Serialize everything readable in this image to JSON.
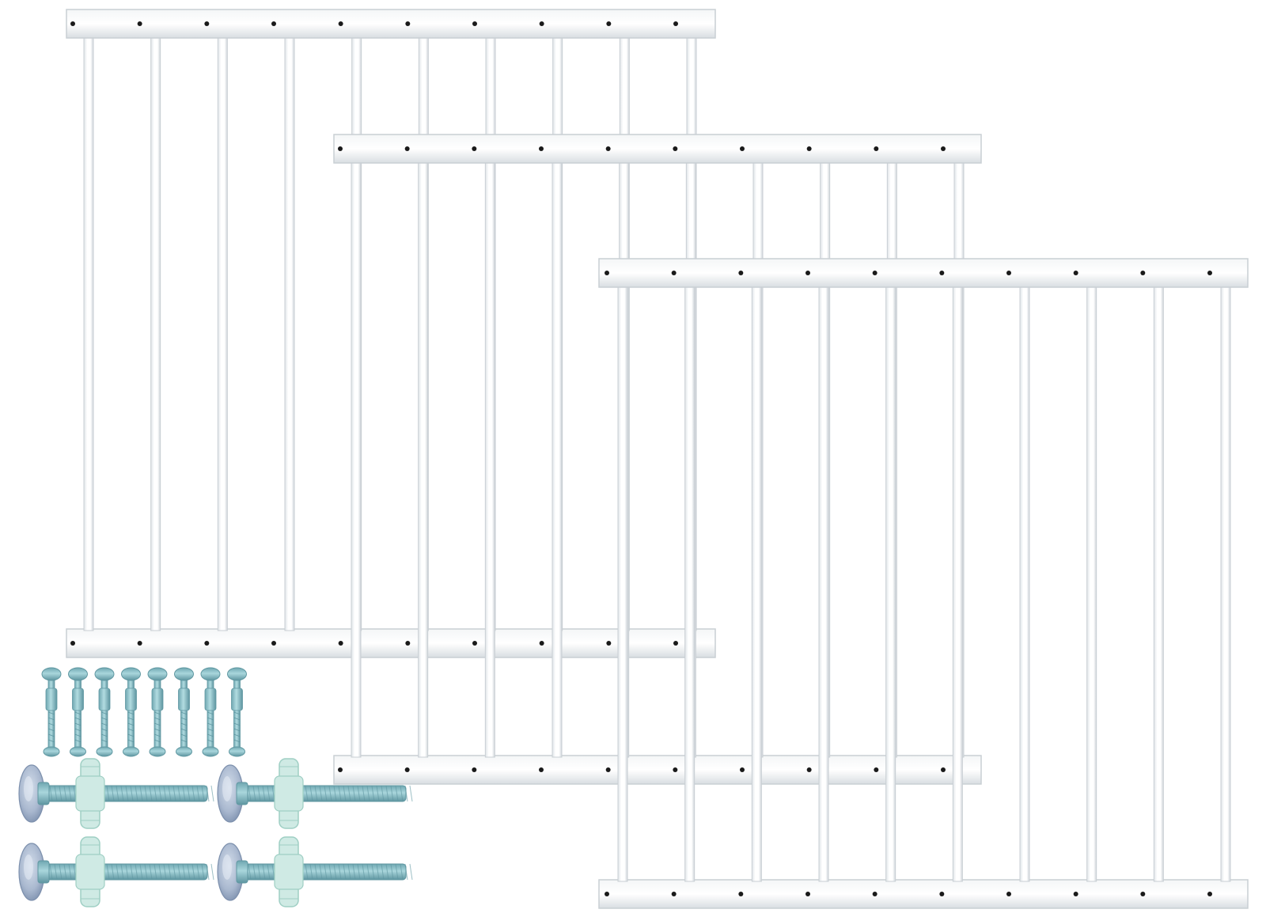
{
  "scene": {
    "subject": "gate-extension-panels-with-hardware",
    "colors": {
      "background": "#ffffff",
      "panel_fill": "#ffffff",
      "panel_edge": "#c9cfd4",
      "panel_shadow": "#e3e7ea",
      "hole": "#1a1a1a",
      "screw_metal": "#8fc4cc",
      "screw_metal_dark": "#5f97a1",
      "pad_blue": "#a9b8cf",
      "pad_blue_dark": "#7d90ad",
      "nut_mint": "#cfeae4",
      "nut_mint_dark": "#9fcfc4"
    },
    "panels": [
      {
        "name": "back",
        "bars": 10
      },
      {
        "name": "middle",
        "bars": 10
      },
      {
        "name": "front",
        "bars": 10
      }
    ],
    "hardware": {
      "small_screws": 8,
      "pressure_bolts": 4
    }
  }
}
